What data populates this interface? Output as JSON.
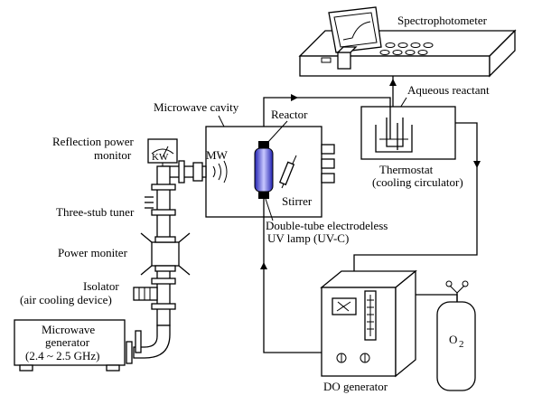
{
  "labels": {
    "spectrophotometer": "Spectrophotometer",
    "aqueous_reactant": "Aqueous reactant",
    "microwave_cavity": "Microwave cavity",
    "reactor": "Reactor",
    "mw": "MW",
    "reflection_power_line1": "Reflection power",
    "reflection_power_line2": "monitor",
    "kw": "KW",
    "thermostat_line1": "Thermostat",
    "thermostat_line2": "(cooling circulator)",
    "stirrer": "Stirrer",
    "three_stub_tuner": "Three-stub tuner",
    "lamp_line1": "Double-tube electrodeless",
    "lamp_line2": "UV lamp (UV-C)",
    "power_monitor": "Power moniter",
    "isolator_line1": "Isolator",
    "isolator_line2": "(air cooling device)",
    "generator_line1": "Microwave",
    "generator_line2": "generator",
    "generator_line3": "(2.4 ~ 2.5 GHz)",
    "o2_main": "O",
    "o2_sub": "2",
    "do_generator": "DO generator"
  },
  "colors": {
    "lamp_fill": "#3a3ad0",
    "lamp_highlight": "#c8c8ff",
    "line": "#000000",
    "background": "#ffffff"
  }
}
